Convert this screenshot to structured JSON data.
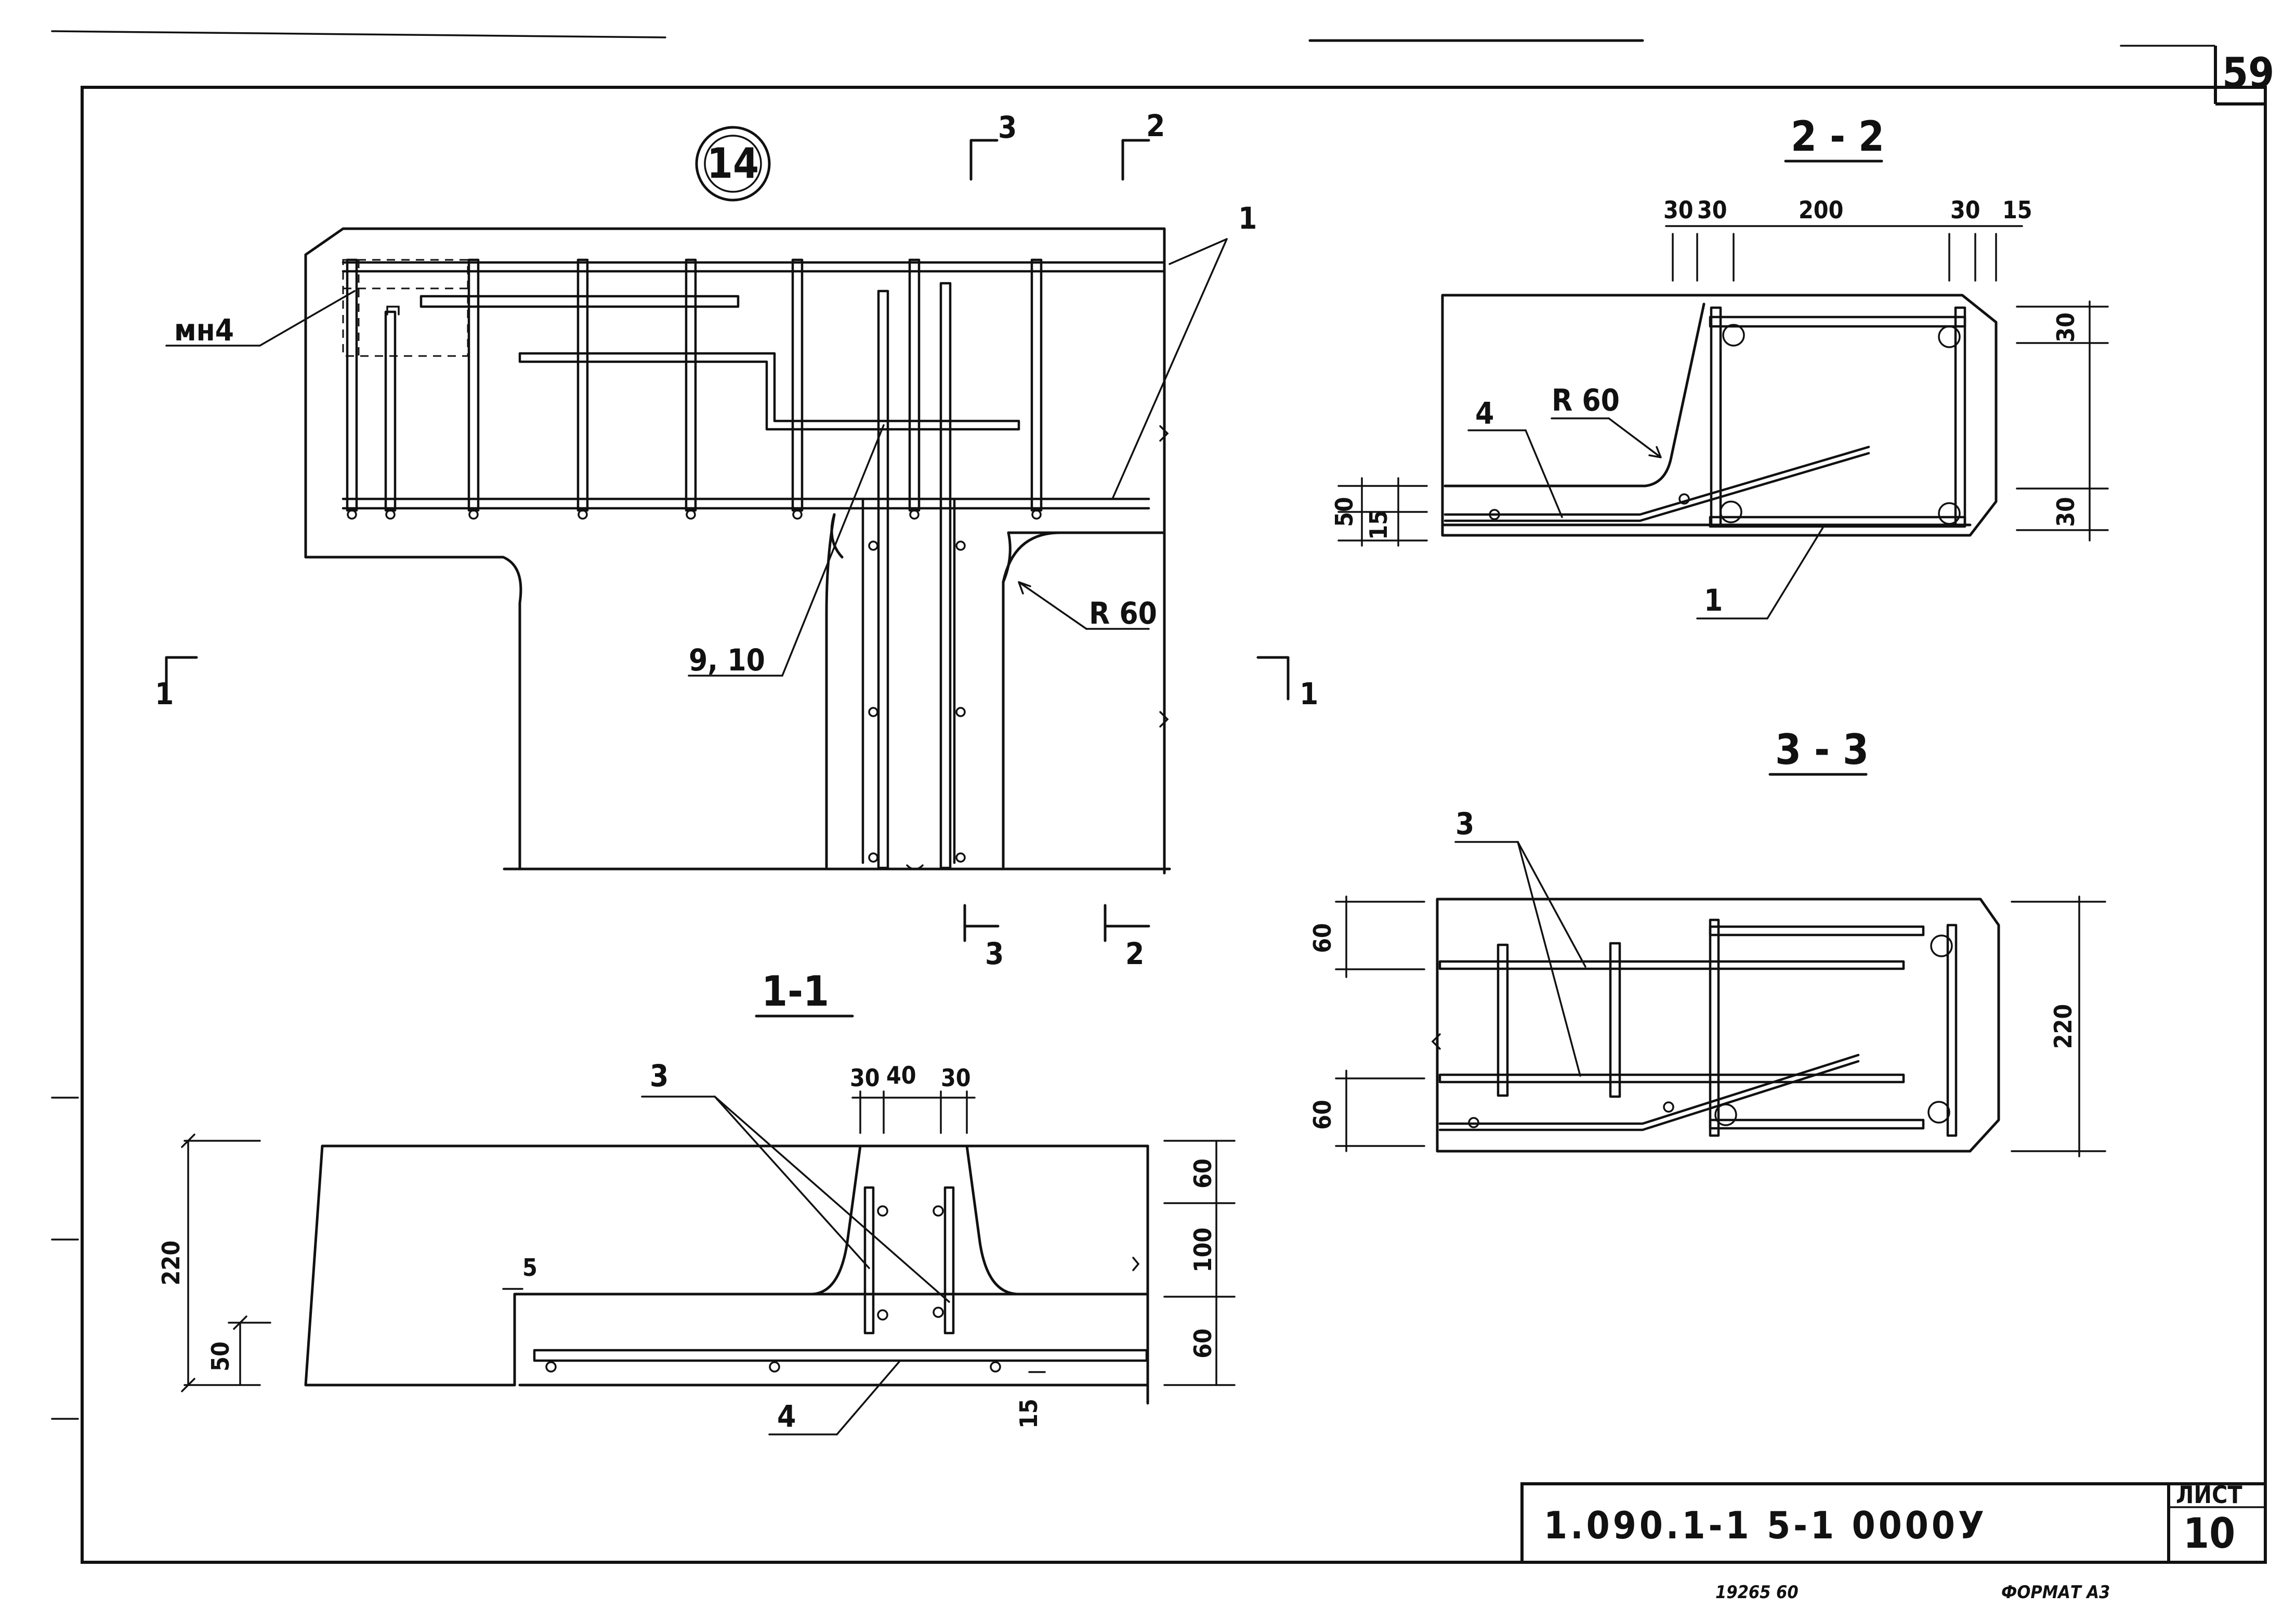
{
  "sheet": {
    "page_number": "59",
    "code": "1.090.1-1  5-1  0000У",
    "list_label": "ЛИСТ",
    "list_number": "10",
    "footer_number": "19265  60",
    "format": "ФОРМАТ А3"
  },
  "node": {
    "number": "14"
  },
  "main_view": {
    "callout_mn": "мн4",
    "callout_1": "1",
    "callout_9_10": "9, 10",
    "radius_label": "R 60",
    "section_mark_1_left": "1",
    "section_mark_1_right": "1",
    "section_mark_3_top": "3",
    "section_mark_2_top": "2",
    "section_mark_3_bottom": "3",
    "section_mark_2_bottom": "2"
  },
  "section_1_1": {
    "title": "1-1",
    "callout_3": "3",
    "callout_4": "4",
    "dims_top": [
      "30",
      "40",
      "30"
    ],
    "dim_220": "220",
    "dim_50": "50",
    "dim_5": "5",
    "dims_right": [
      "60",
      "100",
      "60"
    ],
    "dim_15": "15"
  },
  "section_2_2": {
    "title": "2 - 2",
    "dims_top": [
      "30",
      "30",
      "200",
      "30",
      "15"
    ],
    "dims_right": [
      "30",
      "30"
    ],
    "dims_left": [
      "50",
      "15"
    ],
    "callout_4": "4",
    "radius_label": "R 60",
    "callout_1": "1"
  },
  "section_3_3": {
    "title": "3 - 3",
    "callout_3": "3",
    "dims_left": [
      "60",
      "60"
    ],
    "dim_220": "220"
  }
}
